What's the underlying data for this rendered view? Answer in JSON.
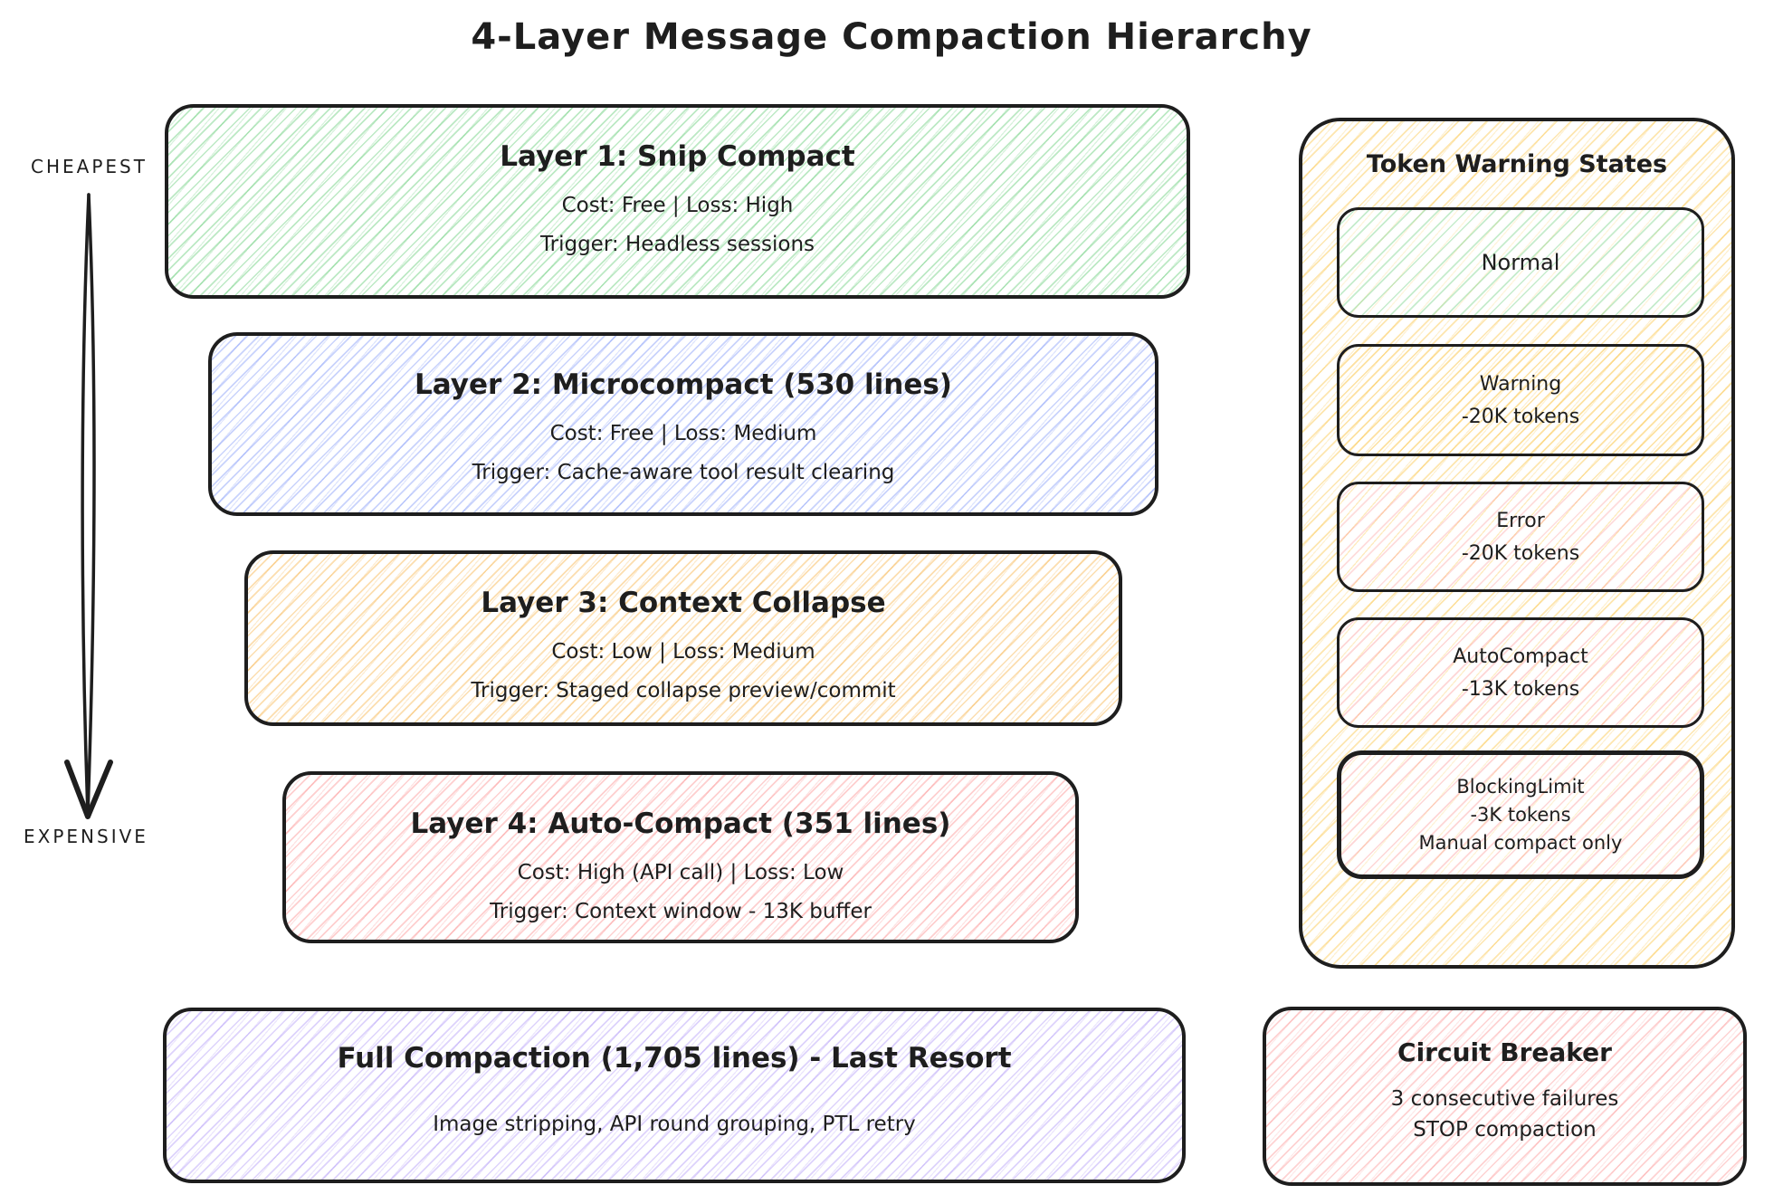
{
  "title": "4-Layer Message Compaction Hierarchy",
  "axis": {
    "top_label": "CHEAPEST",
    "bottom_label": "EXPENSIVE",
    "direction": "down"
  },
  "layers": [
    {
      "title": "Layer 1: Snip Compact",
      "cost": "Cost: Free | Loss: High",
      "trigger": "Trigger: Headless sessions",
      "color": "#40c057"
    },
    {
      "title": "Layer 2: Microcompact (530 lines)",
      "cost": "Cost: Free | Loss: Medium",
      "trigger": "Trigger: Cache-aware tool result clearing",
      "color": "#4c6ef5"
    },
    {
      "title": "Layer 3: Context Collapse",
      "cost": "Cost: Low | Loss: Medium",
      "trigger": "Trigger: Staged collapse preview/commit",
      "color": "#f59f1a"
    },
    {
      "title": "Layer 4: Auto-Compact (351 lines)",
      "cost": "Cost: High (API call) | Loss: Low",
      "trigger": "Trigger: Context window - 13K buffer",
      "color": "#fa5252"
    }
  ],
  "full_compaction": {
    "title": "Full Compaction (1,705 lines) - Last Resort",
    "subtitle": "Image stripping, API round grouping, PTL retry",
    "color": "#7950f2"
  },
  "token_panel": {
    "title": "Token Warning States",
    "color": "#fab005",
    "states": [
      {
        "name": "normal",
        "lines": [
          "Normal"
        ],
        "color": "#40c057"
      },
      {
        "name": "warning",
        "lines": [
          "Warning",
          "-20K tokens"
        ],
        "color": "#fab005"
      },
      {
        "name": "error",
        "lines": [
          "Error",
          "-20K tokens"
        ],
        "color": "#fa5252"
      },
      {
        "name": "autocompact",
        "lines": [
          "AutoCompact",
          "-13K tokens"
        ],
        "color": "#fa5252"
      },
      {
        "name": "blockinglimit",
        "lines": [
          "BlockingLimit",
          "-3K tokens",
          "Manual compact only"
        ],
        "color": "#fa5252"
      }
    ]
  },
  "circuit_breaker": {
    "title": "Circuit Breaker",
    "line1": "3 consecutive failures",
    "line2": "STOP compaction",
    "color": "#fa5252"
  }
}
